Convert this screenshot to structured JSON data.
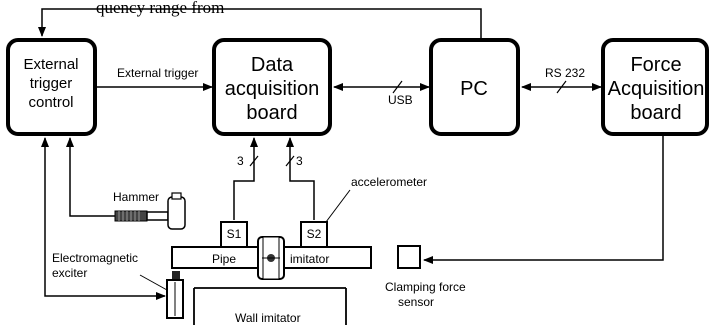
{
  "top_snippet": "quency range from",
  "blocks": {
    "external_trigger_control": [
      "External",
      "trigger",
      "control"
    ],
    "data_acquisition_board": [
      "Data",
      "acquisition",
      "board"
    ],
    "pc": [
      "PC"
    ],
    "force_acquisition_board": [
      "Force",
      "Acquisition",
      "board"
    ]
  },
  "labels": {
    "external_trigger": "External trigger",
    "usb": "USB",
    "rs232": "RS 232",
    "bus_width_left": "3",
    "bus_width_right": "3",
    "hammer": "Hammer",
    "accelerometer": "accelerometer",
    "sensor_s1": "S1",
    "sensor_s2": "S2",
    "pipe": "Pipe",
    "imitator": "imitator",
    "electromagnetic": "Electromagnetic",
    "exciter": "exciter",
    "clamping_force": "Clamping force",
    "sensor": "sensor",
    "wall_imitator": "Wall imitator"
  }
}
